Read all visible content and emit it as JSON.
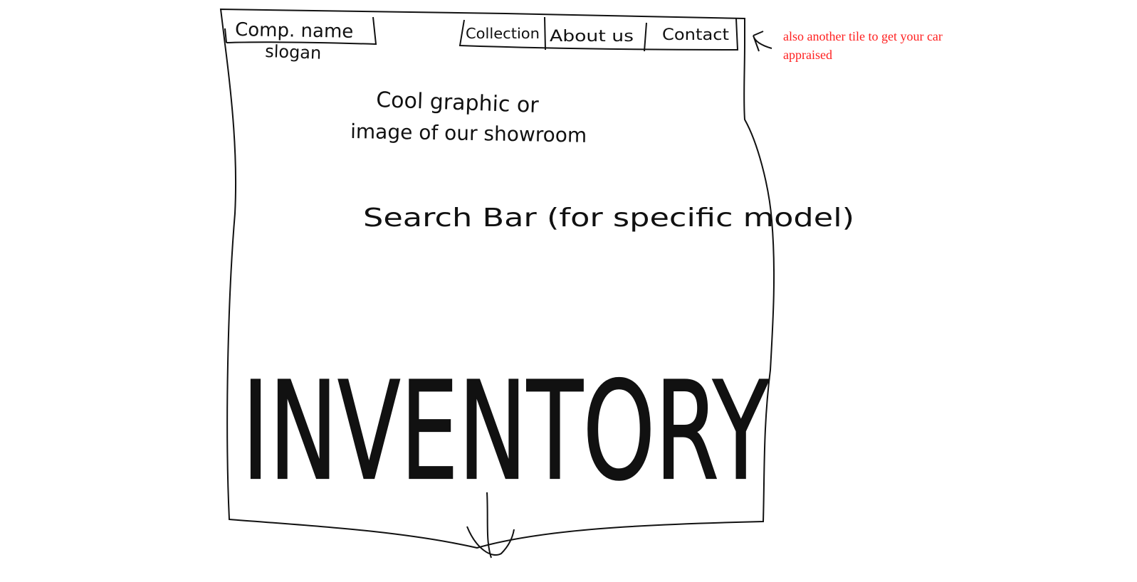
{
  "wireframe": {
    "header": {
      "company_name": "Comp. name",
      "slogan": "slogan"
    },
    "nav_tiles": [
      {
        "label": "Collection"
      },
      {
        "label": "About us"
      },
      {
        "label": "Contact"
      }
    ],
    "hero_note": {
      "line1": "Cool graphic or",
      "line2": "image of our showroom"
    },
    "search_note": "Search Bar (for specific model)",
    "inventory_label": "INVENTORY"
  },
  "annotation": {
    "text": "also another tile to get your car appraised",
    "color": "#ff1f1f"
  }
}
